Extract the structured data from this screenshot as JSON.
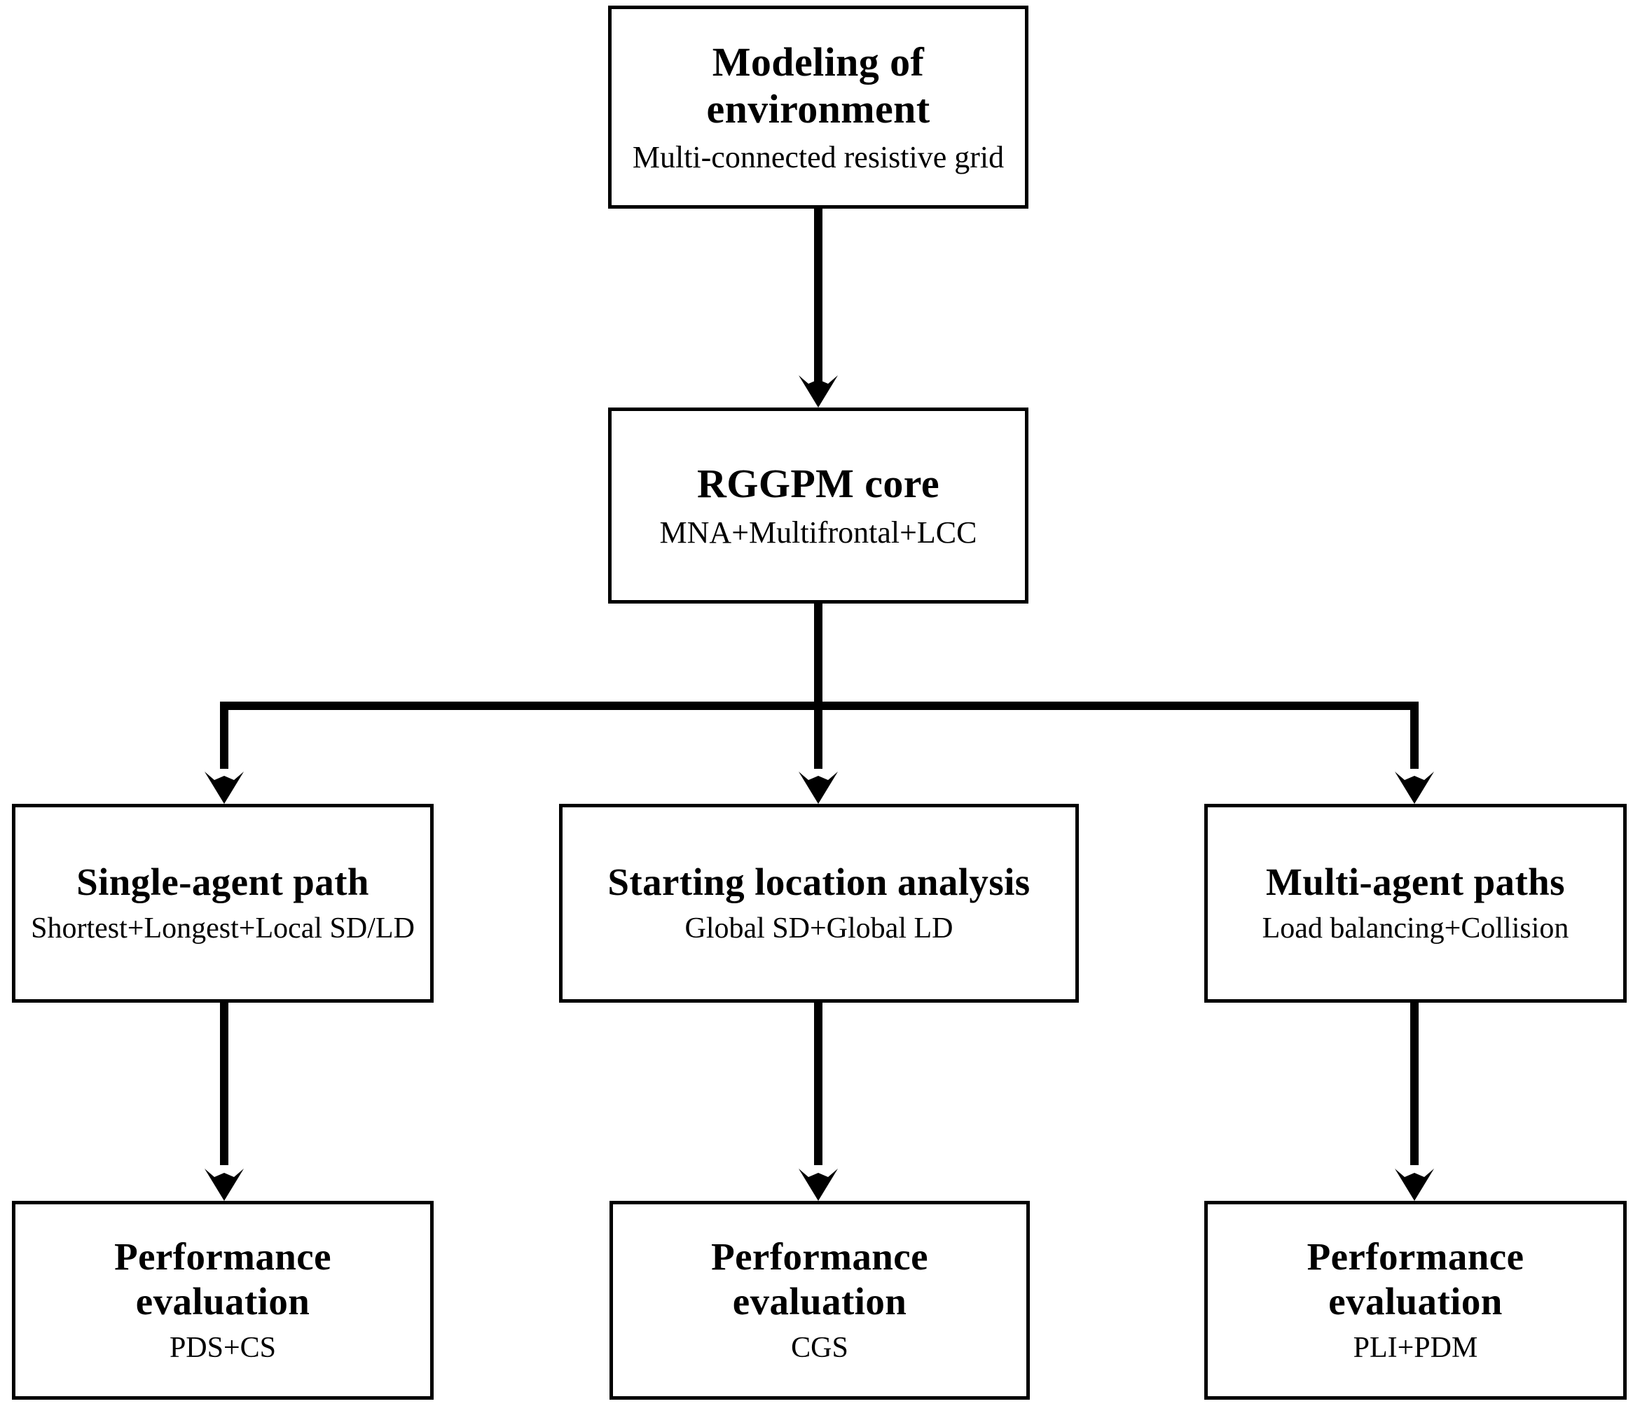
{
  "diagram": {
    "title": "RGGPM research workflow flowchart",
    "orientation": "top-down",
    "line_color": "#000000",
    "box_fill": "#ffffff",
    "nodes": [
      {
        "id": "modeling",
        "title": "Modeling of\nenvironment",
        "subtitle": "Multi-connected resistive grid"
      },
      {
        "id": "core",
        "title": "RGGPM  core",
        "subtitle": "MNA+Multifrontal+LCC"
      },
      {
        "id": "single-agent",
        "title": "Single-agent path",
        "subtitle": "Shortest+Longest+Local SD/LD"
      },
      {
        "id": "starting-location",
        "title": "Starting location analysis",
        "subtitle": "Global  SD+Global  LD"
      },
      {
        "id": "multi-agent",
        "title": "Multi-agent paths",
        "subtitle": "Load balancing+Collision"
      },
      {
        "id": "eval-left",
        "title": "Performance evaluation",
        "subtitle": "PDS+CS"
      },
      {
        "id": "eval-mid",
        "title": "Performance evaluation",
        "subtitle": "CGS"
      },
      {
        "id": "eval-right",
        "title": "Performance evaluation",
        "subtitle": "PLI+PDM"
      }
    ],
    "edges": [
      {
        "id": "e1",
        "from": "modeling",
        "to": "core"
      },
      {
        "id": "e2",
        "from": "core",
        "to": "single-agent"
      },
      {
        "id": "e3",
        "from": "core",
        "to": "starting-location"
      },
      {
        "id": "e4",
        "from": "core",
        "to": "multi-agent"
      },
      {
        "id": "e5",
        "from": "single-agent",
        "to": "eval-left"
      },
      {
        "id": "e6",
        "from": "starting-location",
        "to": "eval-mid"
      },
      {
        "id": "e7",
        "from": "multi-agent",
        "to": "eval-right"
      }
    ]
  }
}
